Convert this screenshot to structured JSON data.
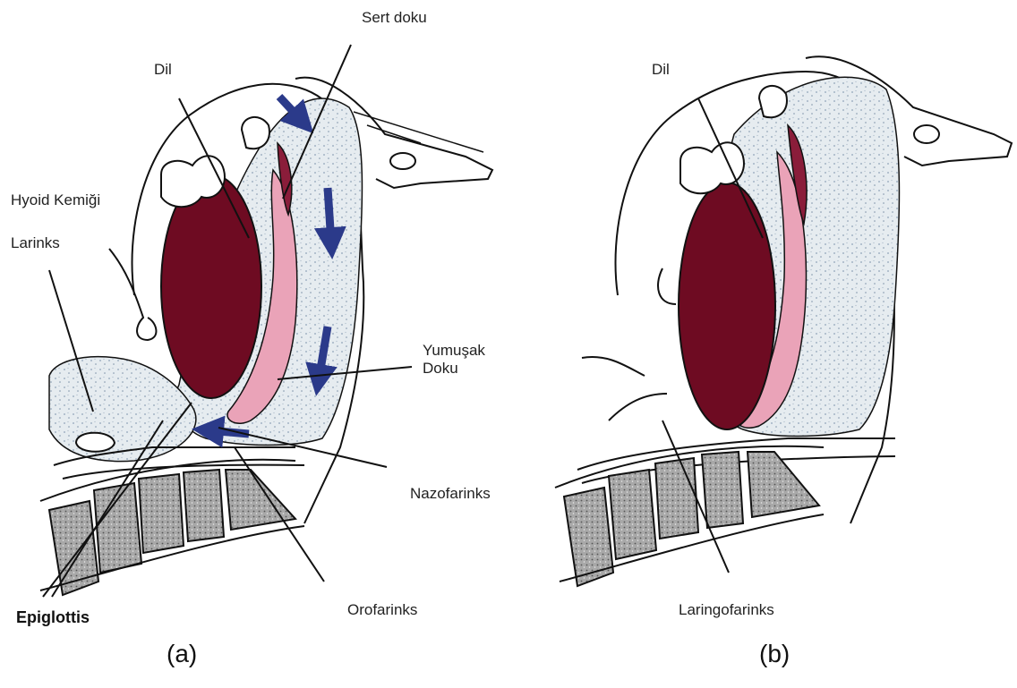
{
  "figure": {
    "panel_a": {
      "caption": "(a)",
      "labels": {
        "sert_doku": "Sert doku",
        "dil": "Dil",
        "hyoid": "Hyoid Kemiği",
        "larinks": "Larinks",
        "yumusak_doku": "Yumuşak\nDoku",
        "nazofarinks": "Nazofarinks",
        "orofarinks": "Orofarinks",
        "epiglottis": "Epiglottis"
      }
    },
    "panel_b": {
      "caption": "(b)",
      "labels": {
        "dil": "Dil",
        "laringofarinks": "Laringofarinks"
      }
    },
    "colors": {
      "tongue": "#6e0b22",
      "soft_palate": "#eaa3b8",
      "tissue": "#e3e9ee",
      "bone": "#9c9c9c",
      "arrow": "#2b3a8a",
      "line": "#111111"
    }
  }
}
